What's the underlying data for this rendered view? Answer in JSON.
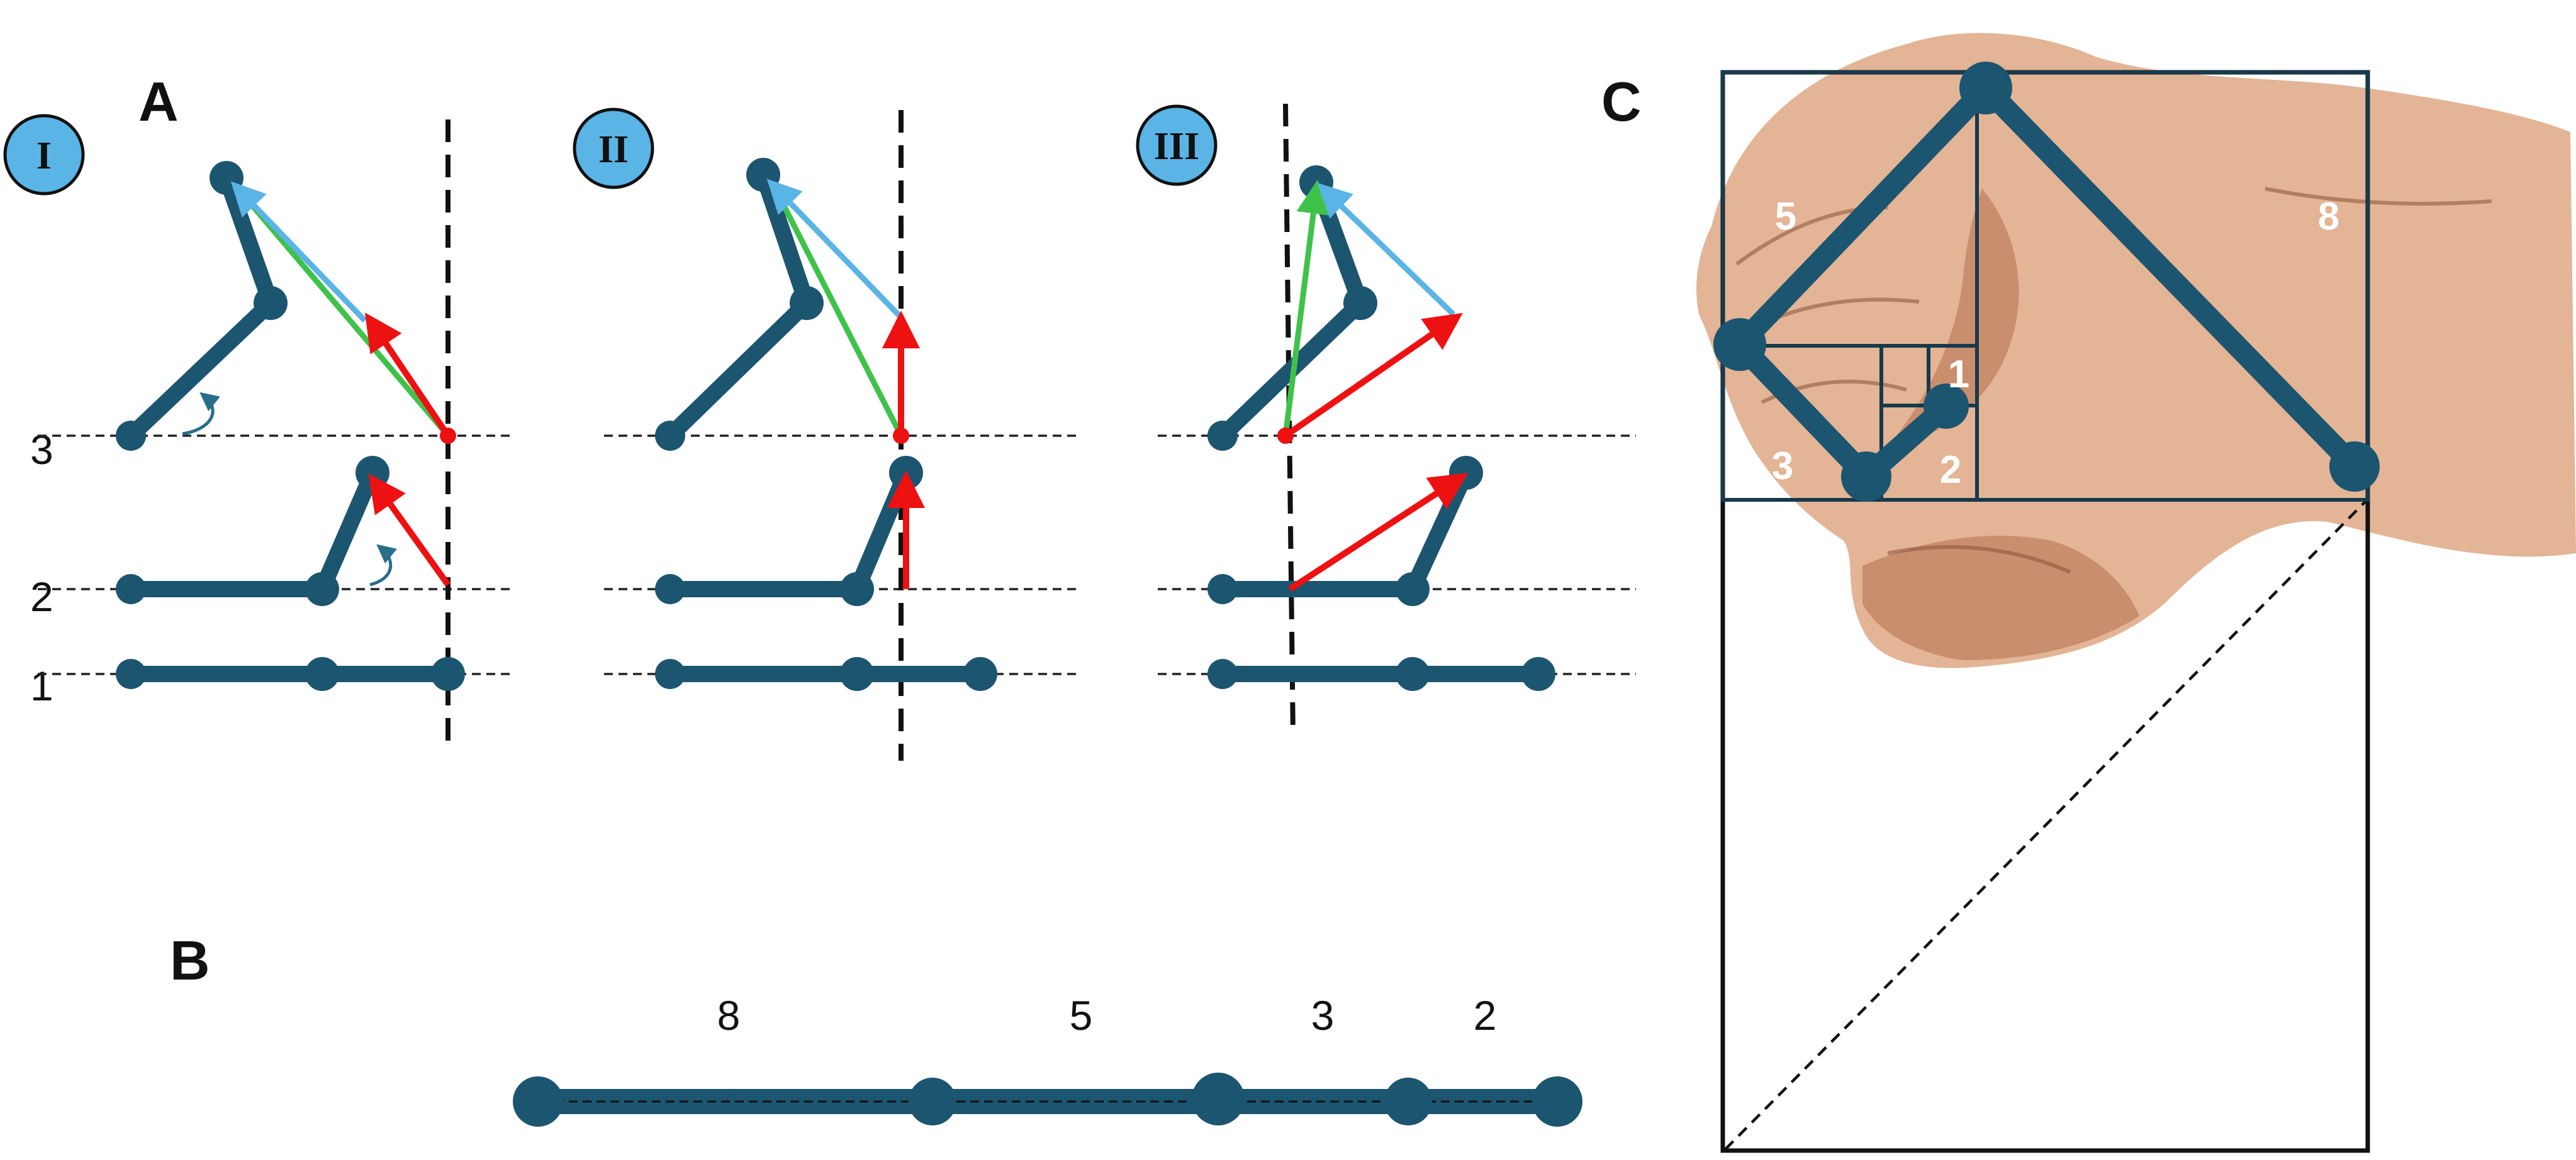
{
  "panels": {
    "A": {
      "letter": "A"
    },
    "B": {
      "letter": "B"
    },
    "C": {
      "letter": "C"
    }
  },
  "stages": [
    {
      "roman": "I"
    },
    {
      "roman": "II"
    },
    {
      "roman": "III"
    }
  ],
  "level_labels": [
    "3",
    "2",
    "1"
  ],
  "segment_lengths": [
    "8",
    "5",
    "3",
    "2"
  ],
  "spiral_squares": [
    "5",
    "8",
    "1",
    "3",
    "2"
  ],
  "colors": {
    "bone": "#1c5570",
    "stage_badge": "#5ab4e6",
    "arrow_red": "#ee1111",
    "arrow_blue": "#5ab4e6",
    "arrow_green": "#3fc24a",
    "box": "#163a4c"
  },
  "icons": [
    "rotation-arrow-icon",
    "hand-photo"
  ]
}
